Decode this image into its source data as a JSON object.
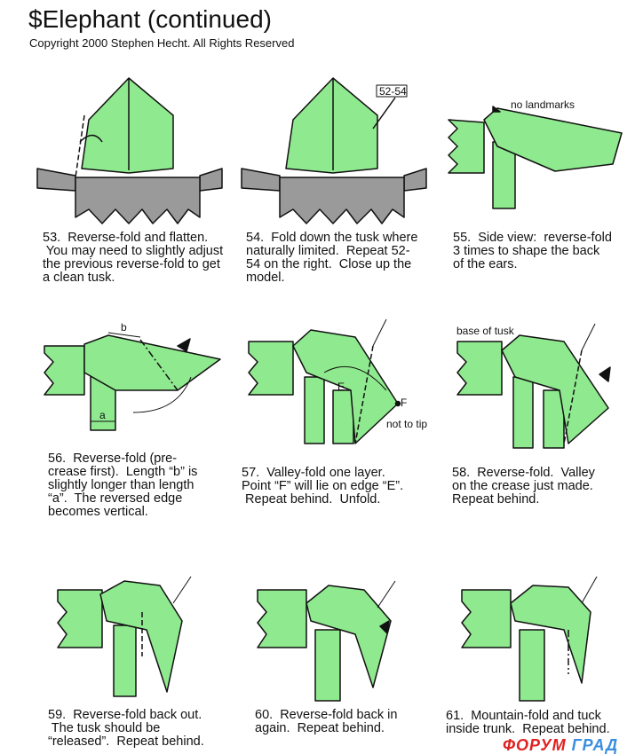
{
  "header": {
    "title": "$Elephant (continued)",
    "copyright": "Copyright 2000 Stephen Hecht.  All Rights Reserved"
  },
  "colors": {
    "paper_green": "#8fe98f",
    "paper_gray": "#9a9a9a",
    "outline": "#111111"
  },
  "labels": {
    "ref": "52-54",
    "no_landmarks": "no landmarks",
    "b": "b",
    "a": "a",
    "E": "E",
    "F": "F",
    "not_to_tip": "not to tip",
    "base_of_tusk": "base of tusk"
  },
  "steps": [
    {
      "lines": [
        "53.  Reverse-fold and flatten.",
        " You may need to slightly adjust",
        "the previous reverse-fold to get",
        "a clean tusk."
      ]
    },
    {
      "lines": [
        "54.  Fold down the tusk where",
        "naturally limited.  Repeat 52-",
        "54 on the right.  Close up the",
        "model."
      ]
    },
    {
      "lines": [
        "55.  Side view:  reverse-fold",
        "3 times to shape the back",
        "of the ears."
      ]
    },
    {
      "lines": [
        "56.  Reverse-fold (pre-",
        "crease first).  Length “b” is",
        "slightly longer than length",
        "“a”.  The reversed edge",
        "becomes vertical."
      ]
    },
    {
      "lines": [
        "57.  Valley-fold one layer.",
        "Point “F” will lie on edge “E”.",
        " Repeat behind.  Unfold."
      ]
    },
    {
      "lines": [
        "58.  Reverse-fold.  Valley",
        "on the crease just made.",
        "Repeat behind."
      ]
    },
    {
      "lines": [
        "59.  Reverse-fold back out.",
        " The tusk should be",
        "“released”.  Repeat behind."
      ]
    },
    {
      "lines": [
        "60.  Reverse-fold back in",
        "again.  Repeat behind."
      ]
    },
    {
      "lines": [
        "61.  Mountain-fold and tuck",
        "inside trunk.  Repeat behind."
      ]
    }
  ],
  "watermark": {
    "part1": "ФОРУМ",
    "part2": "ГРАД"
  }
}
